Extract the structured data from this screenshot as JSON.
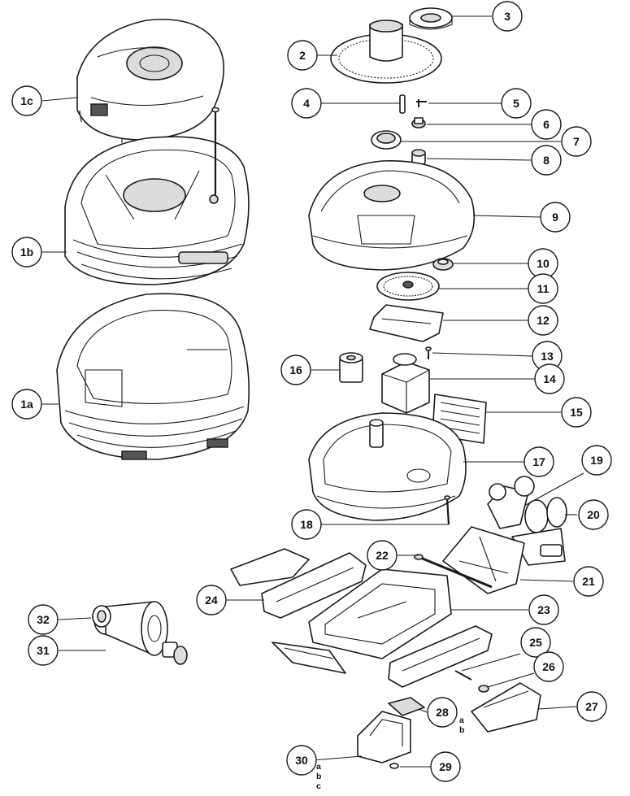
{
  "diagram": {
    "callouts": [
      {
        "id": "c1c",
        "label": "1c"
      },
      {
        "id": "c1b",
        "label": "1b"
      },
      {
        "id": "c1a",
        "label": "1a"
      },
      {
        "id": "c2",
        "label": "2"
      },
      {
        "id": "c3",
        "label": "3"
      },
      {
        "id": "c4",
        "label": "4"
      },
      {
        "id": "c5",
        "label": "5"
      },
      {
        "id": "c6",
        "label": "6"
      },
      {
        "id": "c7",
        "label": "7"
      },
      {
        "id": "c8",
        "label": "8"
      },
      {
        "id": "c9",
        "label": "9"
      },
      {
        "id": "c10",
        "label": "10"
      },
      {
        "id": "c11",
        "label": "11"
      },
      {
        "id": "c12",
        "label": "12"
      },
      {
        "id": "c13",
        "label": "13"
      },
      {
        "id": "c14",
        "label": "14"
      },
      {
        "id": "c15",
        "label": "15"
      },
      {
        "id": "c16",
        "label": "16"
      },
      {
        "id": "c17",
        "label": "17"
      },
      {
        "id": "c18",
        "label": "18"
      },
      {
        "id": "c19",
        "label": "19"
      },
      {
        "id": "c20",
        "label": "20"
      },
      {
        "id": "c21",
        "label": "21"
      },
      {
        "id": "c22",
        "label": "22"
      },
      {
        "id": "c23",
        "label": "23"
      },
      {
        "id": "c24",
        "label": "24"
      },
      {
        "id": "c25",
        "label": "25"
      },
      {
        "id": "c26",
        "label": "26"
      },
      {
        "id": "c27",
        "label": "27"
      },
      {
        "id": "c28",
        "label": "28"
      },
      {
        "id": "c29",
        "label": "29"
      },
      {
        "id": "c30",
        "label": "30"
      },
      {
        "id": "c31",
        "label": "31"
      },
      {
        "id": "c32",
        "label": "32"
      }
    ],
    "sub_labels": {
      "part28": [
        "a",
        "b"
      ],
      "part30": [
        "a",
        "b",
        "c"
      ]
    }
  }
}
